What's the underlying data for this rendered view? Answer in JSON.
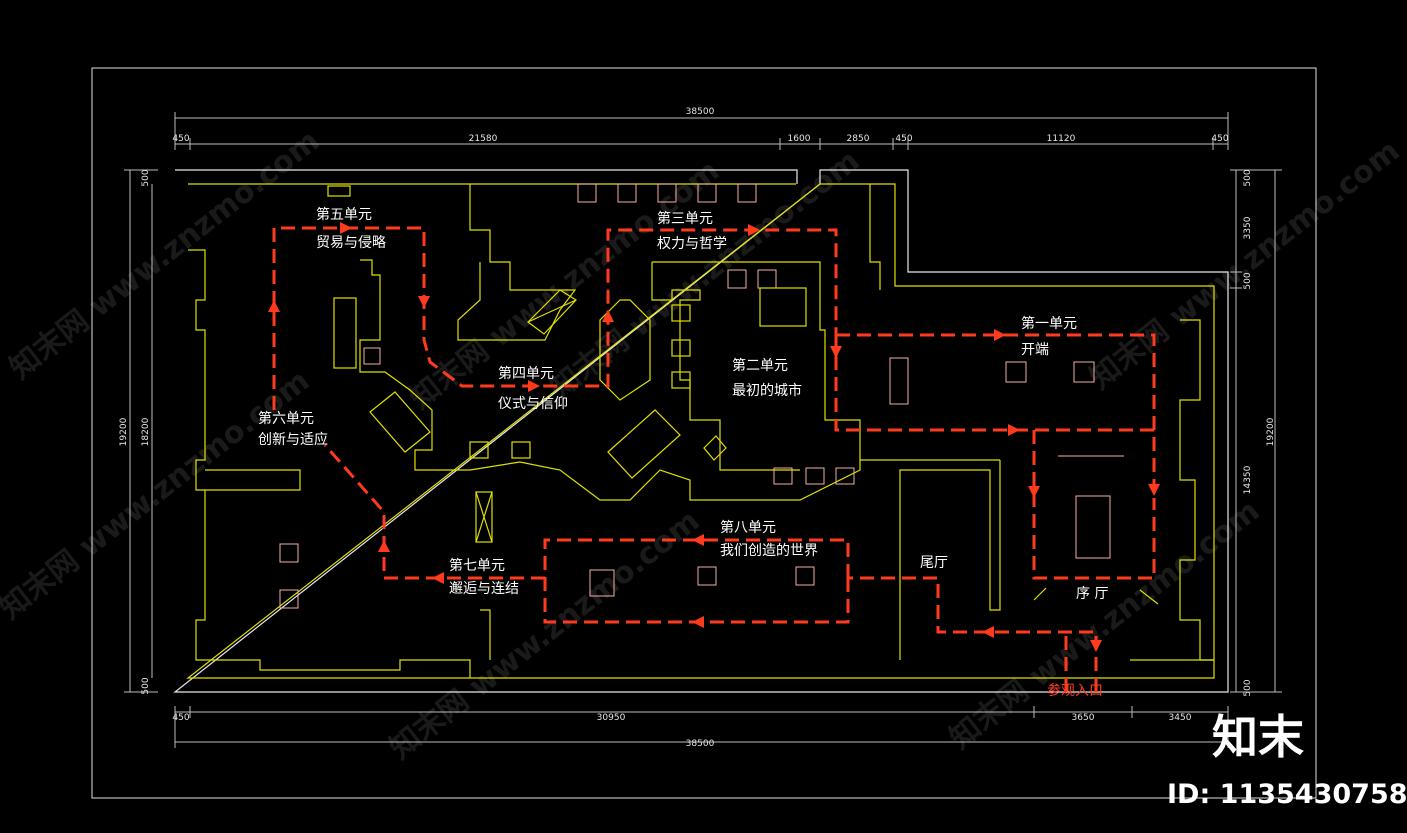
{
  "units": [
    {
      "id": "u1",
      "line1": "第一单元",
      "line2": "开端"
    },
    {
      "id": "u2",
      "line1": "第二单元",
      "line2": "最初的城市"
    },
    {
      "id": "u3",
      "line1": "第三单元",
      "line2": "权力与哲学"
    },
    {
      "id": "u4",
      "line1": "第四单元",
      "line2": "仪式与信仰"
    },
    {
      "id": "u5",
      "line1": "第五单元",
      "line2": "贸易与侵略"
    },
    {
      "id": "u6",
      "line1": "第六单元",
      "line2": "创新与适应"
    },
    {
      "id": "u7",
      "line1": "第七单元",
      "line2": "邂逅与连结"
    },
    {
      "id": "u8",
      "line1": "第八单元",
      "line2": "我们创造的世界"
    }
  ],
  "halls": {
    "tail_hall": "尾厅",
    "preface_hall": "序 厅",
    "entrance": "参观入口"
  },
  "dimensions": {
    "top_total": "38500",
    "top_segments": [
      "450",
      "21580",
      "1600",
      "2850",
      "450",
      "11120",
      "450"
    ],
    "bottom_total": "38500",
    "bottom_segments": [
      "450",
      "30950",
      "3650",
      "3450"
    ],
    "left_outer": "19200",
    "left_inner": "18200",
    "left_top": "500",
    "left_bottom": "500",
    "right_segments": [
      "500",
      "3350",
      "500",
      "14350",
      "500"
    ],
    "right_outer": "19200"
  },
  "watermark": {
    "brand": "知末",
    "id_label": "ID: 1135430758",
    "pattern_text": "知末网 www.znzmo.com"
  },
  "colors": {
    "background": "#000000",
    "walls": "#e0e000",
    "route": "#ff3b1e",
    "dimension": "#bdbdbd",
    "furniture": "#f0b0a0"
  }
}
